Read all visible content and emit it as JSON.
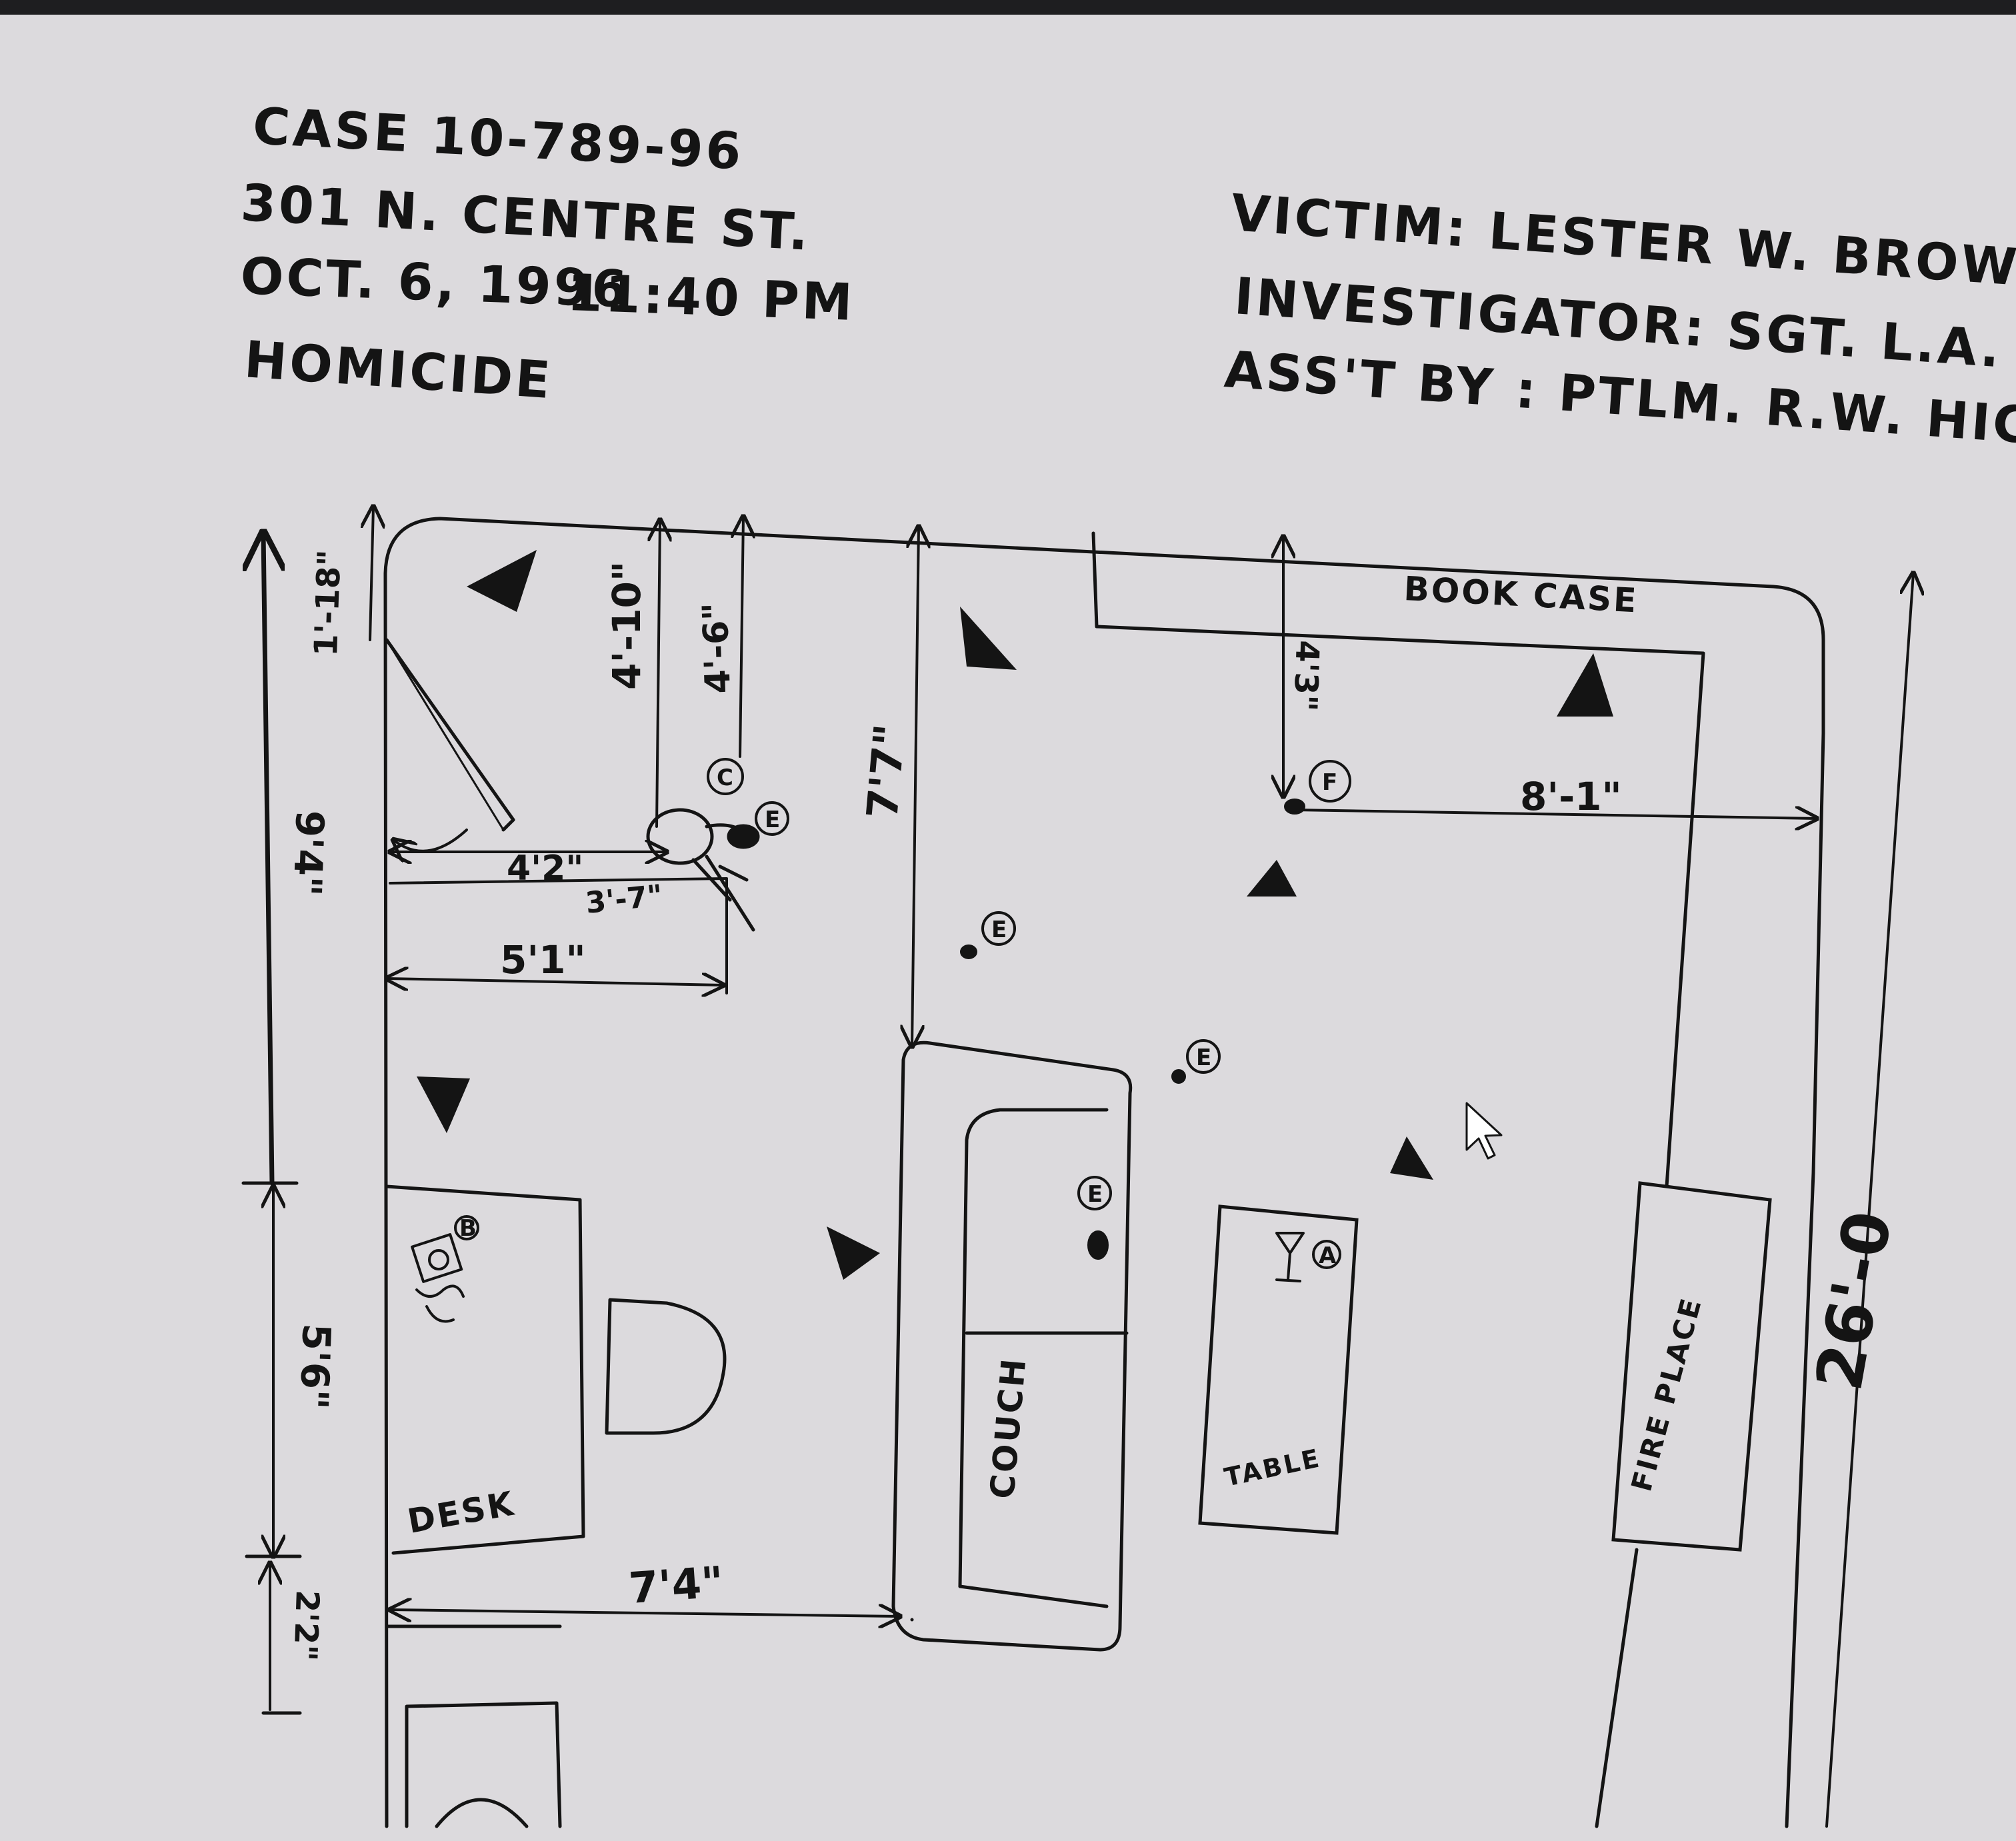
{
  "header": {
    "case": "CASE 10-789-96",
    "address": "301 N. CENTRE ST.",
    "date": "OCT. 6, 1996",
    "time": "11:40 PM",
    "type": "HOMICIDE",
    "victim": "VICTIM: LESTER W. BROWN",
    "investigator": "INVESTIGATOR: SGT. L.A. DUFFY",
    "assisted_by": "ASS'T BY : PTLM. R.W. HICKS"
  },
  "rooms": {
    "bookcase": "BOOK CASE",
    "desk": "DESK",
    "couch": "COUCH",
    "table": "TABLE",
    "fireplace": "FIRE PLACE"
  },
  "dimensions": {
    "left_total": "9'4\"",
    "left_mid": "5'6\"",
    "left_bottom": "2'2\"",
    "left_top": "1'-18\"",
    "door_top_a": "4'-10\"",
    "door_top_b": "4'-6\"",
    "body_left_a": "4'2\"",
    "body_left_b": "3'-7\"",
    "body_left_c": "5'1\"",
    "couch_top": "7'7\"",
    "shelf_depth": "4'3\"",
    "f_to_wall": "8'-1\"",
    "desk_to_couch": "7'4\"",
    "room_length": "26'-0"
  },
  "evidence": {
    "a": "A",
    "b": "B",
    "c": "C",
    "e": "E",
    "f": "F"
  },
  "colors": {
    "paper": "#dcdadd",
    "ink": "#141414"
  }
}
